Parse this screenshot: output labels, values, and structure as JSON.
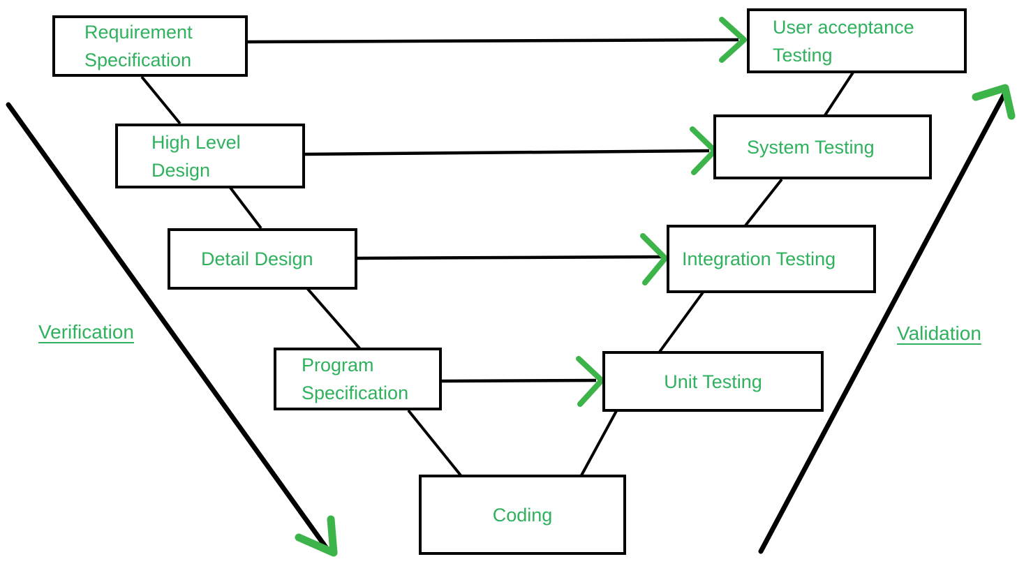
{
  "colors": {
    "box_text_green": "#2fb15d",
    "arrow_green": "#3cb44a",
    "line_black": "#000000",
    "background": "#ffffff"
  },
  "labels": {
    "verification": "Verification",
    "validation": "Validation"
  },
  "boxes": {
    "requirement_specification": {
      "label": "Requirement\nSpecification"
    },
    "high_level_design": {
      "label": "High Level\nDesign"
    },
    "detail_design": {
      "label": "Detail Design"
    },
    "program_specification": {
      "label": "Program\nSpecification"
    },
    "coding": {
      "label": "Coding"
    },
    "unit_testing": {
      "label": "Unit Testing"
    },
    "integration_testing": {
      "label": "Integration Testing"
    },
    "system_testing": {
      "label": "System Testing"
    },
    "user_acceptance_testing": {
      "label": "User acceptance\nTesting"
    }
  },
  "connections": [
    {
      "from": "Requirement Specification",
      "to": "User acceptance Testing",
      "type": "arrow"
    },
    {
      "from": "High Level Design",
      "to": "System Testing",
      "type": "arrow"
    },
    {
      "from": "Detail Design",
      "to": "Integration Testing",
      "type": "arrow"
    },
    {
      "from": "Program Specification",
      "to": "Unit Testing",
      "type": "arrow"
    },
    {
      "from": "Requirement Specification",
      "to": "High Level Design",
      "type": "line"
    },
    {
      "from": "High Level Design",
      "to": "Detail Design",
      "type": "line"
    },
    {
      "from": "Detail Design",
      "to": "Program Specification",
      "type": "line"
    },
    {
      "from": "Program Specification",
      "to": "Coding",
      "type": "line"
    },
    {
      "from": "Coding",
      "to": "Unit Testing",
      "type": "line"
    },
    {
      "from": "Unit Testing",
      "to": "Integration Testing",
      "type": "line"
    },
    {
      "from": "Integration Testing",
      "to": "System Testing",
      "type": "line"
    },
    {
      "from": "System Testing",
      "to": "User acceptance Testing",
      "type": "line"
    },
    {
      "from": "top-left",
      "to": "bottom-center-left",
      "type": "verification-arrow"
    },
    {
      "from": "bottom-center-right",
      "to": "top-right",
      "type": "validation-arrow"
    }
  ]
}
